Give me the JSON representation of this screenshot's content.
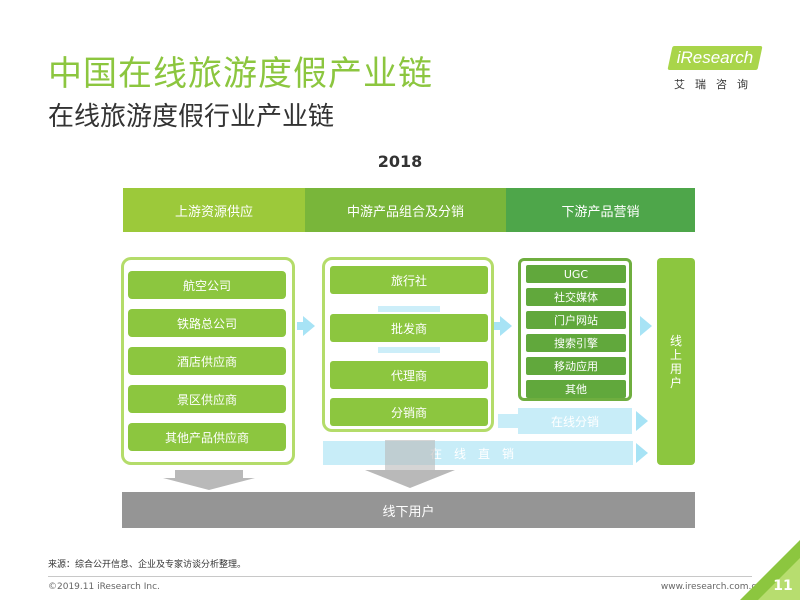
{
  "header": {
    "title": "中国在线旅游度假产业链",
    "subtitle": "在线旅游度假行业产业链"
  },
  "logo": {
    "name": "iResearch",
    "sub": "艾瑞咨询"
  },
  "diagram": {
    "year": "2018",
    "stages": [
      "上游资源供应",
      "中游产品组合及分销",
      "下游产品营销"
    ],
    "upstream": [
      "航空公司",
      "铁路总公司",
      "酒店供应商",
      "景区供应商",
      "其他产品供应商"
    ],
    "midstream": [
      "旅行社",
      "批发商",
      "代理商",
      "分销商"
    ],
    "downstream_channels": [
      "UGC",
      "社交媒体",
      "门户网站",
      "搜索引擎",
      "移动应用",
      "其他"
    ],
    "online_distribution": "在线分销",
    "online_direct": "在线直销",
    "online_users": "线上用户",
    "offline_users": "线下用户"
  },
  "footer": {
    "source": "来源：综合公开信息、企业及专家访谈分析整理。",
    "copyright": "©2019.11 iResearch Inc.",
    "website": "www.iresearch.com.cn",
    "page": "11"
  },
  "colors": {
    "brand_green": "#8cc63f",
    "stage1": "#9cc93a",
    "stage2": "#79b63a",
    "stage3": "#4ea64a",
    "light_blue": "#c8edf8",
    "offline_gray": "#959595"
  }
}
